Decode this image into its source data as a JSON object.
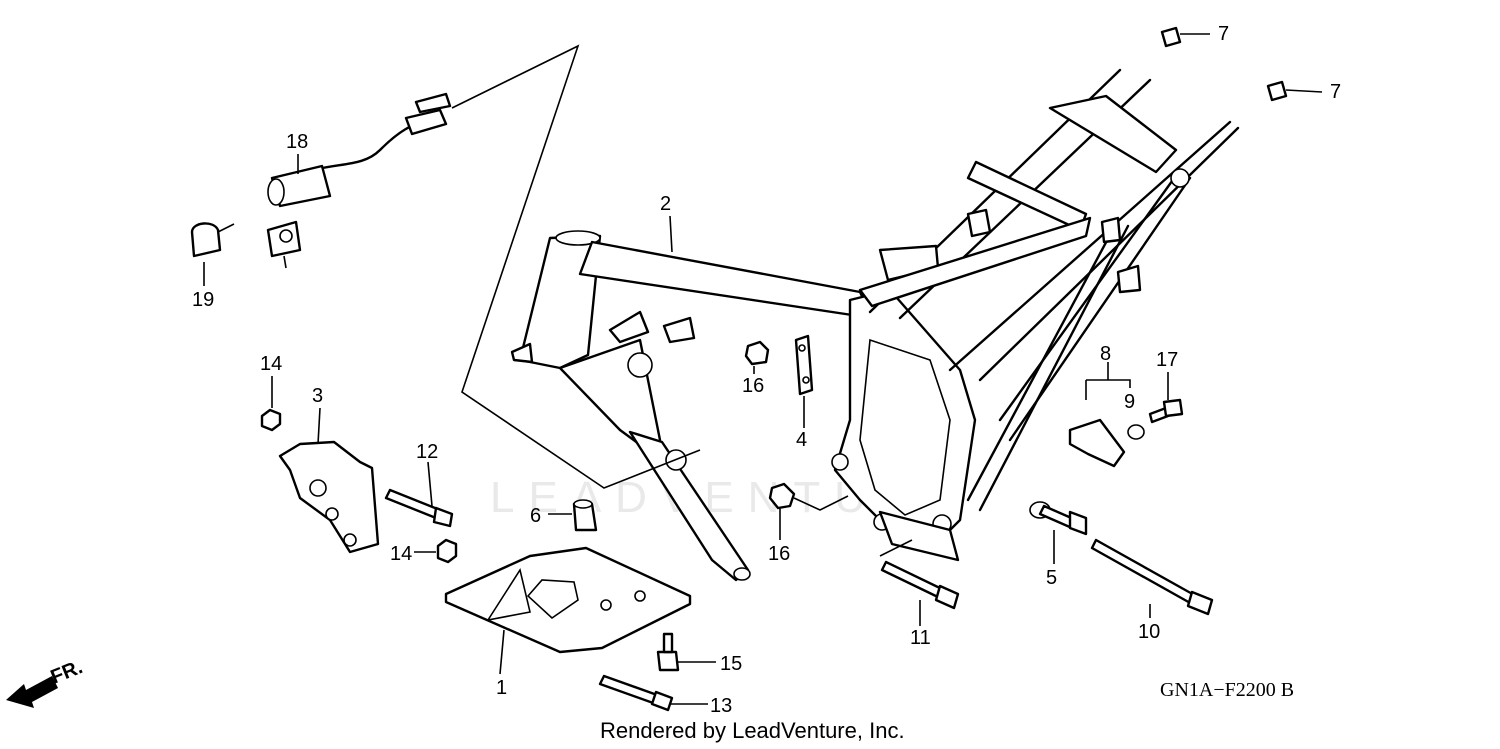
{
  "diagram": {
    "diagram_code": "GN1A−F2200 B",
    "watermark": "LEADVENTURE",
    "footer_credit": "Rendered by LeadVenture, Inc.",
    "direction_label": "FR.",
    "callouts": {
      "c1": "1",
      "c2": "2",
      "c3": "3",
      "c4": "4",
      "c5": "5",
      "c6": "6",
      "c7a": "7",
      "c7b": "7",
      "c8": "8",
      "c9": "9",
      "c10": "10",
      "c11": "11",
      "c12": "12",
      "c13": "13",
      "c14a": "14",
      "c14b": "14",
      "c15": "15",
      "c16a": "16",
      "c16b": "16",
      "c17": "17",
      "c18": "18",
      "c19": "19"
    }
  }
}
